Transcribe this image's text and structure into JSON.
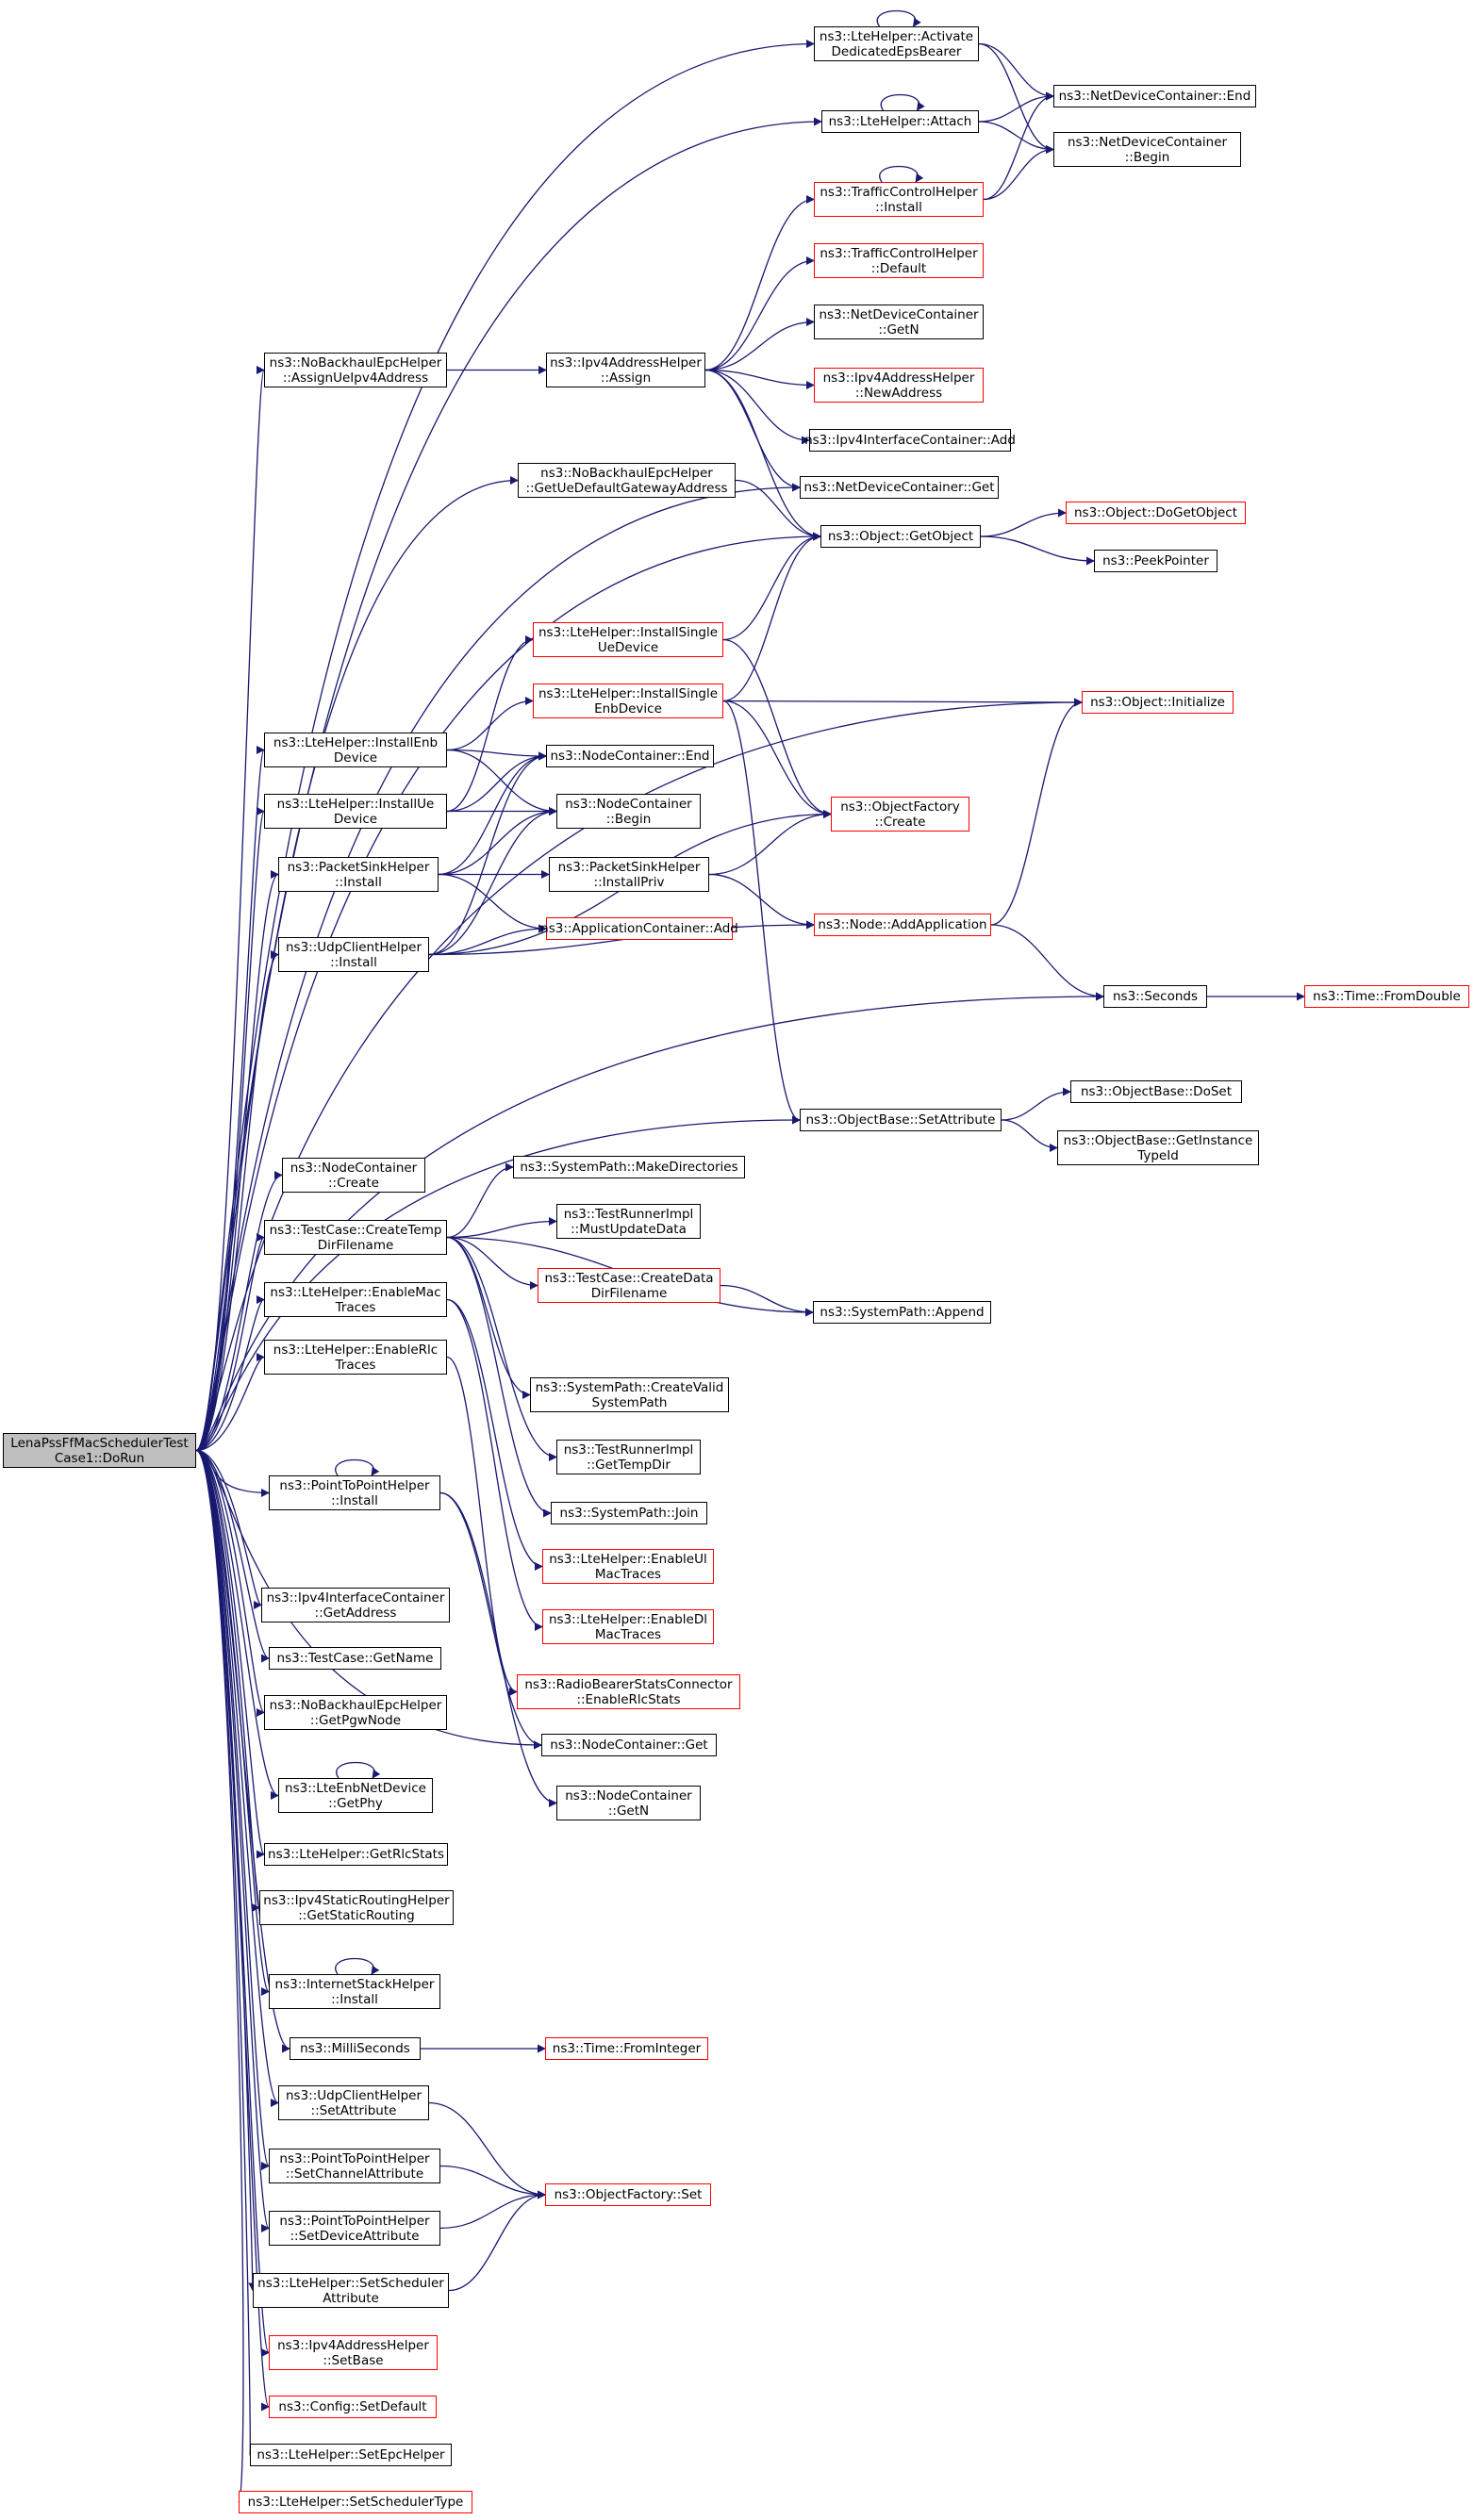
{
  "graph": {
    "edge_color": "#191970",
    "border_default": "#000000",
    "border_incomplete": "#ff0000",
    "root_fill": "#bfbfbf"
  },
  "nodes": {
    "root": {
      "label": "LenaPssFfMacSchedulerTest\nCase1::DoRun"
    },
    "activate": {
      "label": "ns3::LteHelper::Activate\nDedicatedEpsBearer"
    },
    "ndc_end": {
      "label": "ns3::NetDeviceContainer::End"
    },
    "lte_attach": {
      "label": "ns3::LteHelper::Attach"
    },
    "ndc_begin": {
      "label": "ns3::NetDeviceContainer\n::Begin"
    },
    "tch_install": {
      "label": "ns3::TrafficControlHelper\n::Install"
    },
    "tch_default": {
      "label": "ns3::TrafficControlHelper\n::Default"
    },
    "ndc_getn": {
      "label": "ns3::NetDeviceContainer\n::GetN"
    },
    "assign_ue": {
      "label": "ns3::NoBackhaulEpcHelper\n::AssignUeIpv4Address"
    },
    "ipv4_assign": {
      "label": "ns3::Ipv4AddressHelper\n::Assign"
    },
    "ipv4_newaddr": {
      "label": "ns3::Ipv4AddressHelper\n::NewAddress"
    },
    "ipv4ic_add": {
      "label": "ns3::Ipv4InterfaceContainer::Add"
    },
    "get_ue_gw": {
      "label": "ns3::NoBackhaulEpcHelper\n::GetUeDefaultGatewayAddress"
    },
    "ndc_get": {
      "label": "ns3::NetDeviceContainer::Get"
    },
    "obj_getobject": {
      "label": "ns3::Object::GetObject"
    },
    "obj_dogetobject": {
      "label": "ns3::Object::DoGetObject"
    },
    "peekpointer": {
      "label": "ns3::PeekPointer"
    },
    "install_single_ue": {
      "label": "ns3::LteHelper::InstallSingle\nUeDevice"
    },
    "install_single_enb": {
      "label": "ns3::LteHelper::InstallSingle\nEnbDevice"
    },
    "obj_initialize": {
      "label": "ns3::Object::Initialize"
    },
    "install_enb": {
      "label": "ns3::LteHelper::InstallEnb\nDevice"
    },
    "nc_end": {
      "label": "ns3::NodeContainer::End"
    },
    "install_ue": {
      "label": "ns3::LteHelper::InstallUe\nDevice"
    },
    "nc_begin": {
      "label": "ns3::NodeContainer\n::Begin"
    },
    "of_create": {
      "label": "ns3::ObjectFactory\n::Create"
    },
    "psh_install": {
      "label": "ns3::PacketSinkHelper\n::Install"
    },
    "psh_installpriv": {
      "label": "ns3::PacketSinkHelper\n::InstallPriv"
    },
    "node_addapp": {
      "label": "ns3::Node::AddApplication"
    },
    "appc_add": {
      "label": "ns3::ApplicationContainer::Add"
    },
    "uch_install": {
      "label": "ns3::UdpClientHelper\n::Install"
    },
    "seconds": {
      "label": "ns3::Seconds"
    },
    "time_fromdouble": {
      "label": "ns3::Time::FromDouble"
    },
    "ob_doset": {
      "label": "ns3::ObjectBase::DoSet"
    },
    "ob_setattr": {
      "label": "ns3::ObjectBase::SetAttribute"
    },
    "ob_getinstance": {
      "label": "ns3::ObjectBase::GetInstance\nTypeId"
    },
    "nc_create": {
      "label": "ns3::NodeContainer\n::Create"
    },
    "sp_makedirs": {
      "label": "ns3::SystemPath::MakeDirectories"
    },
    "tc_createtemp": {
      "label": "ns3::TestCase::CreateTemp\nDirFilename"
    },
    "tri_mustupdate": {
      "label": "ns3::TestRunnerImpl\n::MustUpdateData"
    },
    "tc_createdata": {
      "label": "ns3::TestCase::CreateData\nDirFilename"
    },
    "sp_append": {
      "label": "ns3::SystemPath::Append"
    },
    "enable_mac": {
      "label": "ns3::LteHelper::EnableMac\nTraces"
    },
    "enable_rlc": {
      "label": "ns3::LteHelper::EnableRlc\nTraces"
    },
    "sp_createvalid": {
      "label": "ns3::SystemPath::CreateValid\nSystemPath"
    },
    "tri_gettempdir": {
      "label": "ns3::TestRunnerImpl\n::GetTempDir"
    },
    "p2p_install": {
      "label": "ns3::PointToPointHelper\n::Install"
    },
    "sp_join": {
      "label": "ns3::SystemPath::Join"
    },
    "enable_ulmac": {
      "label": "ns3::LteHelper::EnableUl\nMacTraces"
    },
    "ipv4ic_getaddr": {
      "label": "ns3::Ipv4InterfaceContainer\n::GetAddress"
    },
    "enable_dlmac": {
      "label": "ns3::LteHelper::EnableDl\nMacTraces"
    },
    "tc_getname": {
      "label": "ns3::TestCase::GetName"
    },
    "rbsc_enable": {
      "label": "ns3::RadioBearerStatsConnector\n::EnableRlcStats"
    },
    "get_pgw": {
      "label": "ns3::NoBackhaulEpcHelper\n::GetPgwNode"
    },
    "nc_get": {
      "label": "ns3::NodeContainer::Get"
    },
    "enb_getphy": {
      "label": "ns3::LteEnbNetDevice\n::GetPhy"
    },
    "nc_getn": {
      "label": "ns3::NodeContainer\n::GetN"
    },
    "get_rlcstats": {
      "label": "ns3::LteHelper::GetRlcStats"
    },
    "get_static": {
      "label": "ns3::Ipv4StaticRoutingHelper\n::GetStaticRouting"
    },
    "ish_install": {
      "label": "ns3::InternetStackHelper\n::Install"
    },
    "milliseconds": {
      "label": "ns3::MilliSeconds"
    },
    "time_fromint": {
      "label": "ns3::Time::FromInteger"
    },
    "uch_setattr": {
      "label": "ns3::UdpClientHelper\n::SetAttribute"
    },
    "p2p_setchan": {
      "label": "ns3::PointToPointHelper\n::SetChannelAttribute"
    },
    "of_set": {
      "label": "ns3::ObjectFactory::Set"
    },
    "p2p_setdev": {
      "label": "ns3::PointToPointHelper\n::SetDeviceAttribute"
    },
    "set_sched_attr": {
      "label": "ns3::LteHelper::SetScheduler\nAttribute"
    },
    "ipv4_setbase": {
      "label": "ns3::Ipv4AddressHelper\n::SetBase"
    },
    "config_setdefault": {
      "label": "ns3::Config::SetDefault"
    },
    "set_epc": {
      "label": "ns3::LteHelper::SetEpcHelper"
    },
    "set_sched_type": {
      "label": "ns3::LteHelper::SetSchedulerType"
    }
  }
}
